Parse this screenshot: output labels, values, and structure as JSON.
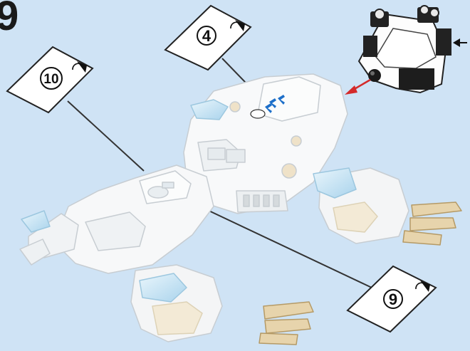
{
  "page": {
    "background": "#cfe3f5",
    "accent_arrow": "#d42a2a"
  },
  "step": {
    "number": "9"
  },
  "callouts": [
    {
      "label": "4"
    },
    {
      "label": "10"
    },
    {
      "label": "9"
    }
  ],
  "icons": [
    "rotate-icon",
    "arrow-left-icon",
    "red-arrow-icon"
  ]
}
